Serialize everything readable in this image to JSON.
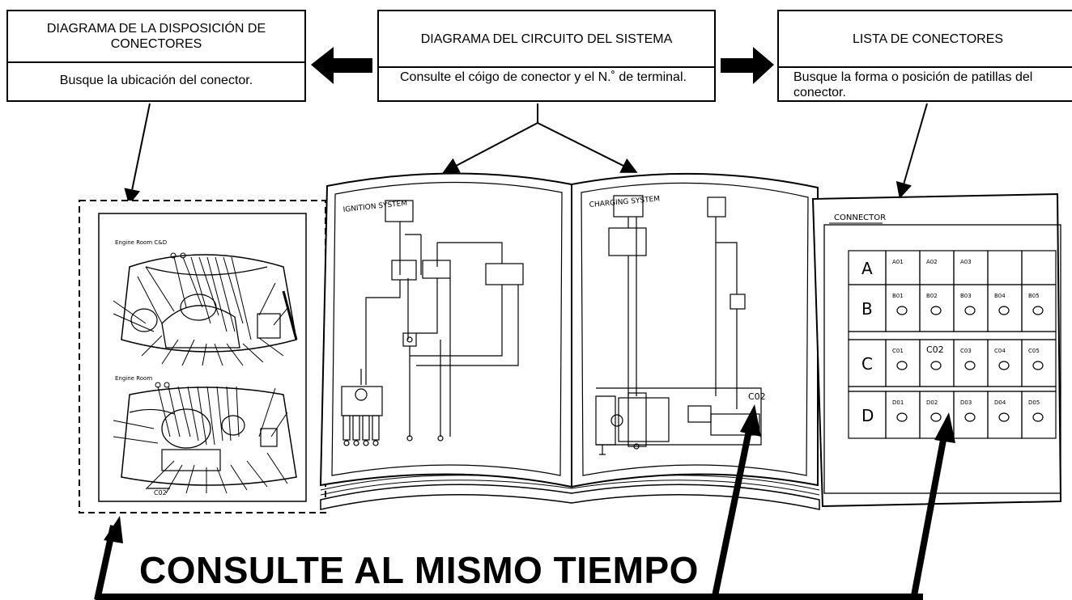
{
  "boxes": {
    "layout": {
      "title": "DIAGRAMA DE LA DISPOSICIÓN DE CONECTORES",
      "text": "Busque la ubicación del conector."
    },
    "circuit": {
      "title": "DIAGRAMA DEL CIRCUITO DEL SISTEMA",
      "text": "Consulte el cóigo de conector y el N.˚ de terminal."
    },
    "list": {
      "title": "LISTA DE CONECTORES",
      "text": "Busque la forma o posición de patillas del conector."
    }
  },
  "bottom_label": "CONSULTE AL MISMO TIEMPO",
  "book": {
    "left_page_title": "IGNITION SYSTEM",
    "right_page_title": "CHARGING SYSTEM",
    "connector_tag": "C02"
  },
  "connector_sheet": {
    "title": "CONNECTOR",
    "rows": [
      {
        "letter": "A",
        "cells": [
          "A01",
          "A02",
          "A03",
          "",
          ""
        ]
      },
      {
        "letter": "B",
        "cells": [
          "B01",
          "B02",
          "B03",
          "B04",
          "B05"
        ]
      },
      {
        "letter": "C",
        "cells": [
          "C01",
          "C02",
          "C03",
          "C04",
          "C05"
        ]
      },
      {
        "letter": "D",
        "cells": [
          "D01",
          "D02",
          "D03",
          "D04",
          "D05"
        ]
      }
    ]
  },
  "layout_sheet": {
    "top_caption": "Engine Room C&D",
    "bottom_caption": "Engine Room",
    "code": "C02"
  }
}
